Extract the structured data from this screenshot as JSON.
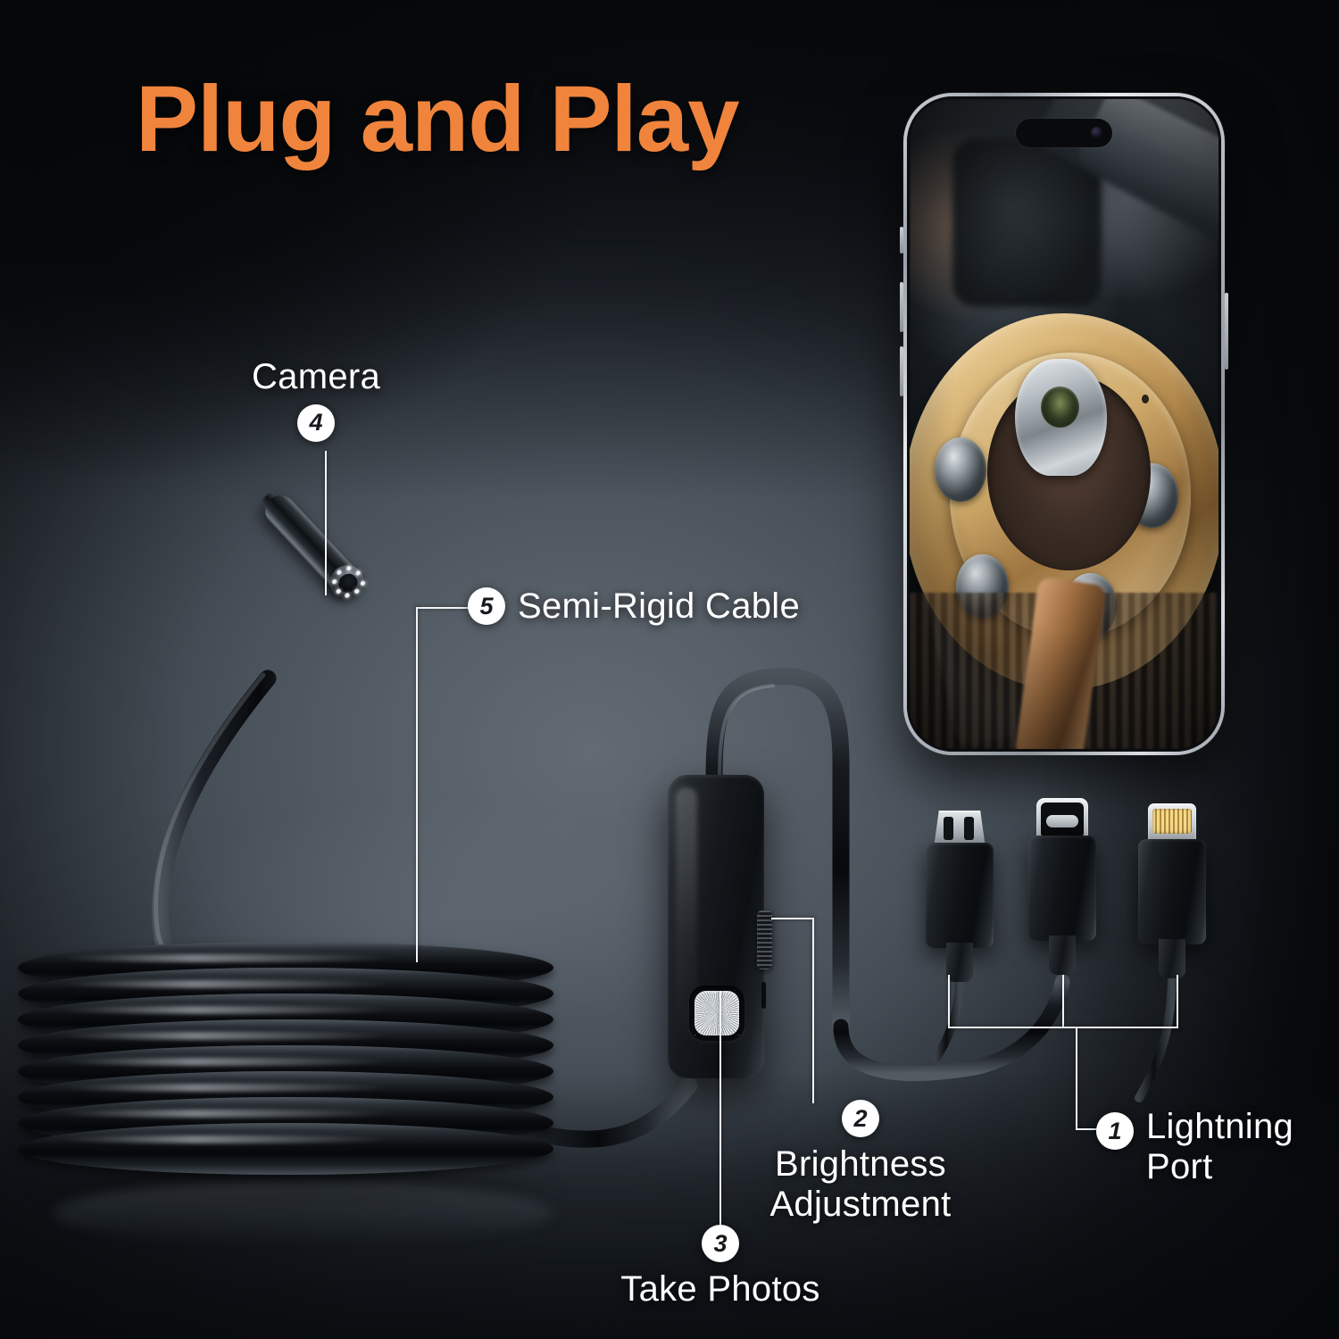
{
  "title": "Plug and Play",
  "theme": {
    "accent_orange": "#F0843C",
    "label_text": "#FFFFFF",
    "badge_bg": "#FFFFFF",
    "badge_text": "#16191D",
    "background_center": "#626A73",
    "background_edge": "#0A0C10",
    "leader_line": "#F2F4F6"
  },
  "callouts": [
    {
      "number": "1",
      "label": "Lightning\nPort",
      "name": "lightning-port"
    },
    {
      "number": "2",
      "label": "Brightness\nAdjustment",
      "name": "brightness-adjustment"
    },
    {
      "number": "3",
      "label": "Take Photos",
      "name": "take-photos"
    },
    {
      "number": "4",
      "label": "Camera",
      "name": "camera"
    },
    {
      "number": "5",
      "label": "Semi-Rigid Cable",
      "name": "semi-rigid-cable"
    }
  ],
  "connectors": [
    {
      "type": "micro-usb",
      "name": "micro-usb-connector"
    },
    {
      "type": "usb-c",
      "name": "usb-c-connector"
    },
    {
      "type": "lightning",
      "name": "lightning-connector"
    }
  ],
  "phone": {
    "screen_content": "engine gear and flywheel close-up photo",
    "has_dynamic_island": "true"
  },
  "device": {
    "module": "handheld control module",
    "shutter_button": "metallic shutter button",
    "brightness_wheel": "ribbed brightness wheel",
    "probe": "semi-rigid borescope camera probe with LED ring",
    "cable": "coiled semi-rigid cable"
  }
}
